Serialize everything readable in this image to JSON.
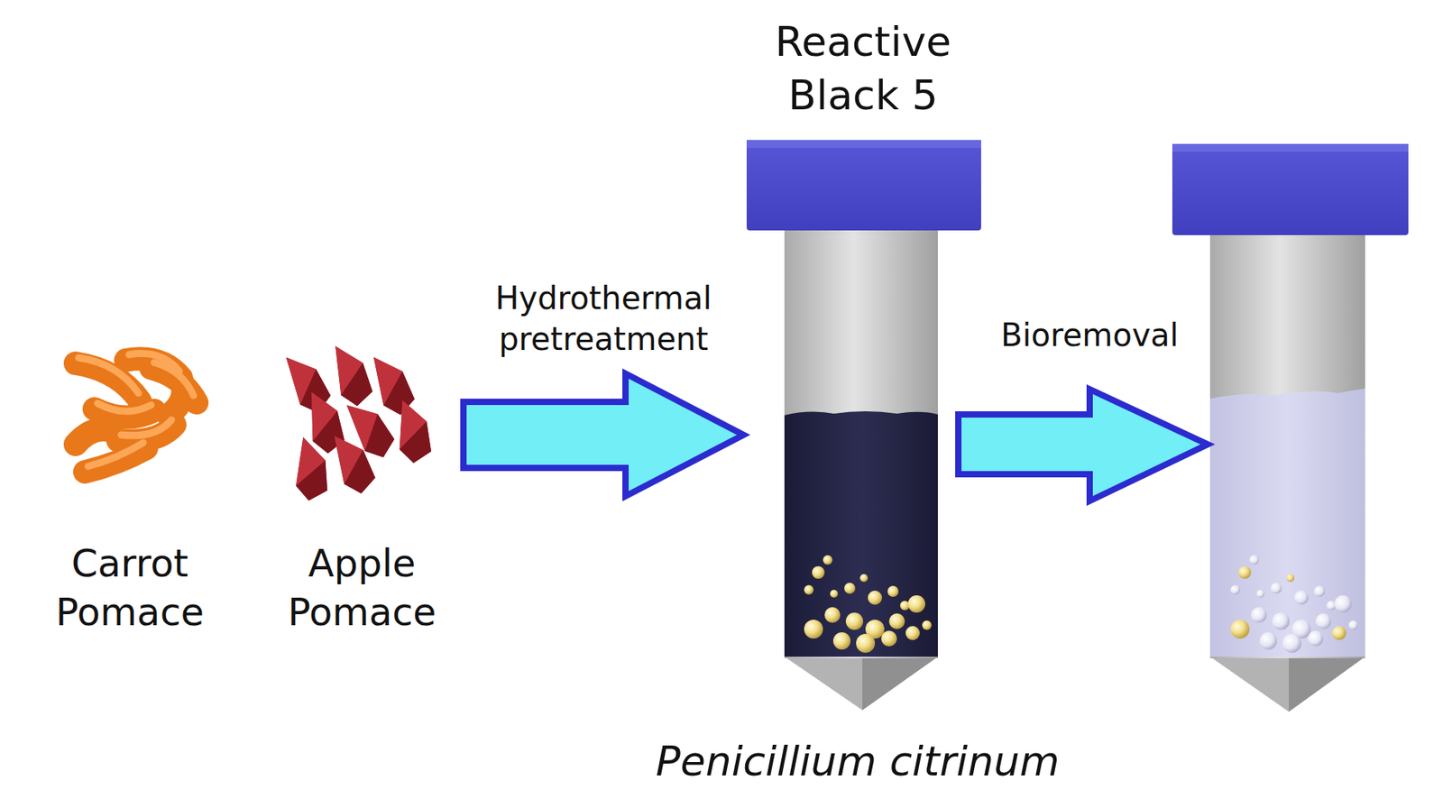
{
  "diagram": {
    "nodes": [
      {
        "text": [
          "Carrot Pomace"
        ]
      },
      {
        "text": [
          "Apple Pomace"
        ]
      },
      {
        "text": [
          "Reactive Black 5"
        ]
      }
    ],
    "edges": [
      {
        "from": 1,
        "to": 2,
        "arrow": "to",
        "label": "Hydrothermal pretreatment"
      }
    ],
    "labels": [
      "Bioremoval",
      "Penicillium citrinum"
    ]
  }
}
